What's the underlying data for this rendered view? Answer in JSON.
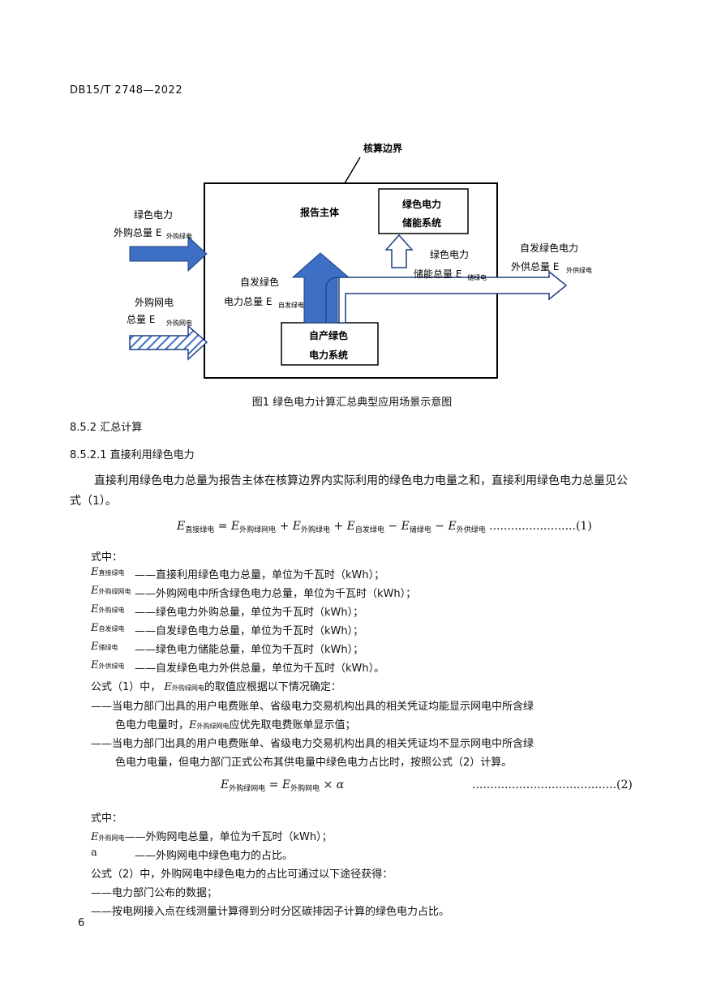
{
  "header": {
    "standard_no": "DB15/T 2748—2022"
  },
  "figure": {
    "boundary_label": "核算边界",
    "reporter_label": "报告主体",
    "storage_box": [
      "绿色电力",
      "储能系统"
    ],
    "selfgen_box": [
      "自产绿色",
      "电力系统"
    ],
    "in_green": [
      "绿色电力",
      "外购总量 E",
      "外购绿电"
    ],
    "in_grid": [
      "外购网电",
      "总量 E",
      "外购网电"
    ],
    "self_label": [
      "自发绿色",
      "电力总量 E",
      "自发绿电"
    ],
    "storage_label": [
      "绿色电力",
      "储能总量 E",
      "储绿电"
    ],
    "out_label": [
      "自发绿色电力",
      "外供总量 E",
      "外供绿电"
    ],
    "caption": "图1  绿色电力计算汇总典型应用场景示意图"
  },
  "sections": {
    "h1": "8.5.2   汇总计算",
    "h2": "8.5.2.1   直接利用绿色电力",
    "para1": "直接利用绿色电力总量为报告主体在核算边界内实际利用的绿色电力电量之和，直接利用绿色电力总量见公式（1）。"
  },
  "formula1": {
    "lhs_sub": "直接绿电",
    "t1_sub": "外购绿网电",
    "t2_sub": "外购绿电",
    "t3_sub": "自发绿电",
    "t4_sub": "储绿电",
    "t5_sub": "外供绿电",
    "dots": "........................",
    "num": "(1)"
  },
  "where1": {
    "label": "式中：",
    "rows": [
      {
        "sym_sub": "直接绿电",
        "text": "——直接利用绿色电力总量，单位为千瓦时（kWh）；"
      },
      {
        "sym_sub": "外购绿网电",
        "text": "——外购网电中所含绿色电力总量，单位为千瓦时（kWh）；"
      },
      {
        "sym_sub": "外购绿电",
        "text": "——绿色电力外购总量，单位为千瓦时（kWh）；"
      },
      {
        "sym_sub": "自发绿电",
        "text": "——自发绿色电力总量，单位为千瓦时（kWh）；"
      },
      {
        "sym_sub": "储绿电",
        "text": "——绿色电力储能总量，单位为千瓦时（kWh）；"
      },
      {
        "sym_sub": "外供绿电",
        "text": "——自发绿色电力外供总量，单位为千瓦时（kWh）。"
      }
    ]
  },
  "rule": {
    "intro_a": "公式（1）中，",
    "intro_sub": "外购绿网电",
    "intro_b": "的取值应根据以下情况确定：",
    "item1_line1": "——当电力部门出具的用户电费账单、省级电力交易机构出具的相关凭证均能显示网电中所含绿",
    "item1_line2_a": "色电力电量时，",
    "item1_sub": "外购绿网电",
    "item1_line2_b": "应优先取电费账单显示值；",
    "item2_line1": "——当电力部门出具的用户电费账单、省级电力交易机构出具的相关凭证均不显示网电中所含绿",
    "item2_line2": "色电力电量，但电力部门正式公布其供电量中绿色电力占比时，按照公式（2）计算。"
  },
  "formula2": {
    "lhs_sub": "外购绿网电",
    "t1_sub": "外购网电",
    "alpha": "α",
    "dots": "........................................",
    "num": "(2)"
  },
  "where2": {
    "label": "式中：",
    "row1_sub": "外购网电",
    "row1_text": "——外购网电总量，单位为千瓦时（kWh）；",
    "row2_sym": "a",
    "row2_text": "——外购网电中绿色电力的占比。"
  },
  "tail": {
    "intro": "公式（2）中，外购网电中绿色电力的占比可通过以下途径获得：",
    "item1": "——电力部门公布的数据；",
    "item2": "——按电网接入点在线测量计算得到分时分区碳排因子计算的绿色电力占比。"
  },
  "footer": {
    "page": "6"
  }
}
